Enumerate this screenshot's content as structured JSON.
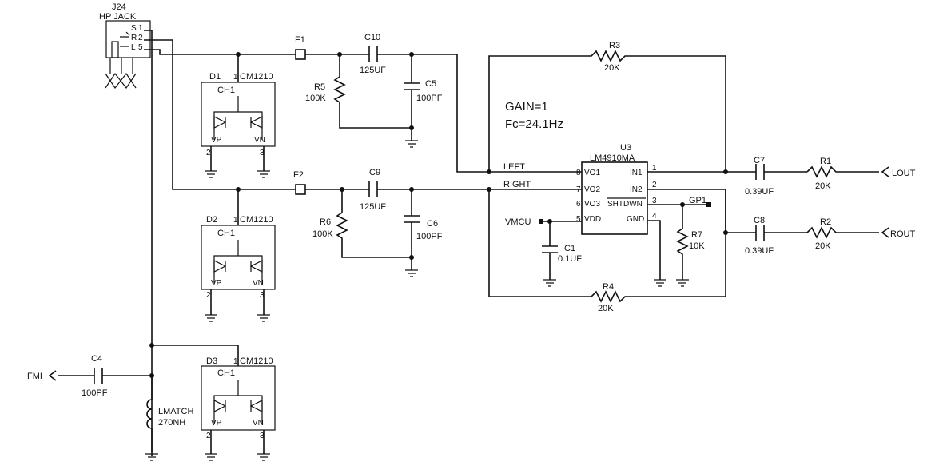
{
  "annotations": {
    "gain": "GAIN=1",
    "fc": "Fc=24.1Hz"
  },
  "jack": {
    "ref": "J24",
    "name": "HP JACK",
    "pin_s": "S",
    "pin_r": "R",
    "pin_l": "L",
    "pin1": "1",
    "pin2": "2",
    "pin5": "5"
  },
  "diodes": [
    {
      "ref": "D1",
      "part": "CM1210",
      "ch": "CH1",
      "vp": "VP",
      "vn": "VN",
      "p1": "1",
      "p2": "2",
      "p3": "3"
    },
    {
      "ref": "D2",
      "part": "CM1210",
      "ch": "CH1",
      "vp": "VP",
      "vn": "VN",
      "p1": "1",
      "p2": "2",
      "p3": "3"
    },
    {
      "ref": "D3",
      "part": "CM1210",
      "ch": "CH1",
      "vp": "VP",
      "vn": "VN",
      "p1": "1",
      "p2": "2",
      "p3": "3"
    }
  ],
  "ferrites": {
    "f1": "F1",
    "f2": "F2"
  },
  "caps": {
    "c10": {
      "ref": "C10",
      "value": "125UF"
    },
    "c9": {
      "ref": "C9",
      "value": "125UF"
    },
    "c5": {
      "ref": "C5",
      "value": "100PF"
    },
    "c6": {
      "ref": "C6",
      "value": "100PF"
    },
    "c1": {
      "ref": "C1",
      "value": "0.1UF"
    },
    "c7": {
      "ref": "C7",
      "value": "0.39UF"
    },
    "c8": {
      "ref": "C8",
      "value": "0.39UF"
    },
    "c4": {
      "ref": "C4",
      "value": "100PF"
    }
  },
  "resistors": {
    "r5": {
      "ref": "R5",
      "value": "100K"
    },
    "r6": {
      "ref": "R6",
      "value": "100K"
    },
    "r3": {
      "ref": "R3",
      "value": "20K"
    },
    "r4": {
      "ref": "R4",
      "value": "20K"
    },
    "r7": {
      "ref": "R7",
      "value": "10K"
    },
    "r1": {
      "ref": "R1",
      "value": "20K"
    },
    "r2": {
      "ref": "R2",
      "value": "20K"
    }
  },
  "ic": {
    "ref": "U3",
    "part": "LM4910MA",
    "vo1": "VO1",
    "vo2": "VO2",
    "vo3": "VO3",
    "vdd": "VDD",
    "in1": "IN1",
    "in2": "IN2",
    "shtdwn": "SHTDWN",
    "gnd": "GND",
    "pin1": "1",
    "pin2": "2",
    "pin3": "3",
    "pin4": "4",
    "pin5": "5",
    "pin6": "6",
    "pin7": "7",
    "pin8": "8"
  },
  "nets": {
    "left": "LEFT",
    "right": "RIGHT",
    "vmcu": "VMCU",
    "lout": "LOUT",
    "rout": "ROUT",
    "fmi": "FMI",
    "gp1": "GP1"
  },
  "inductor": {
    "ref": "LMATCH",
    "value": "270NH"
  }
}
